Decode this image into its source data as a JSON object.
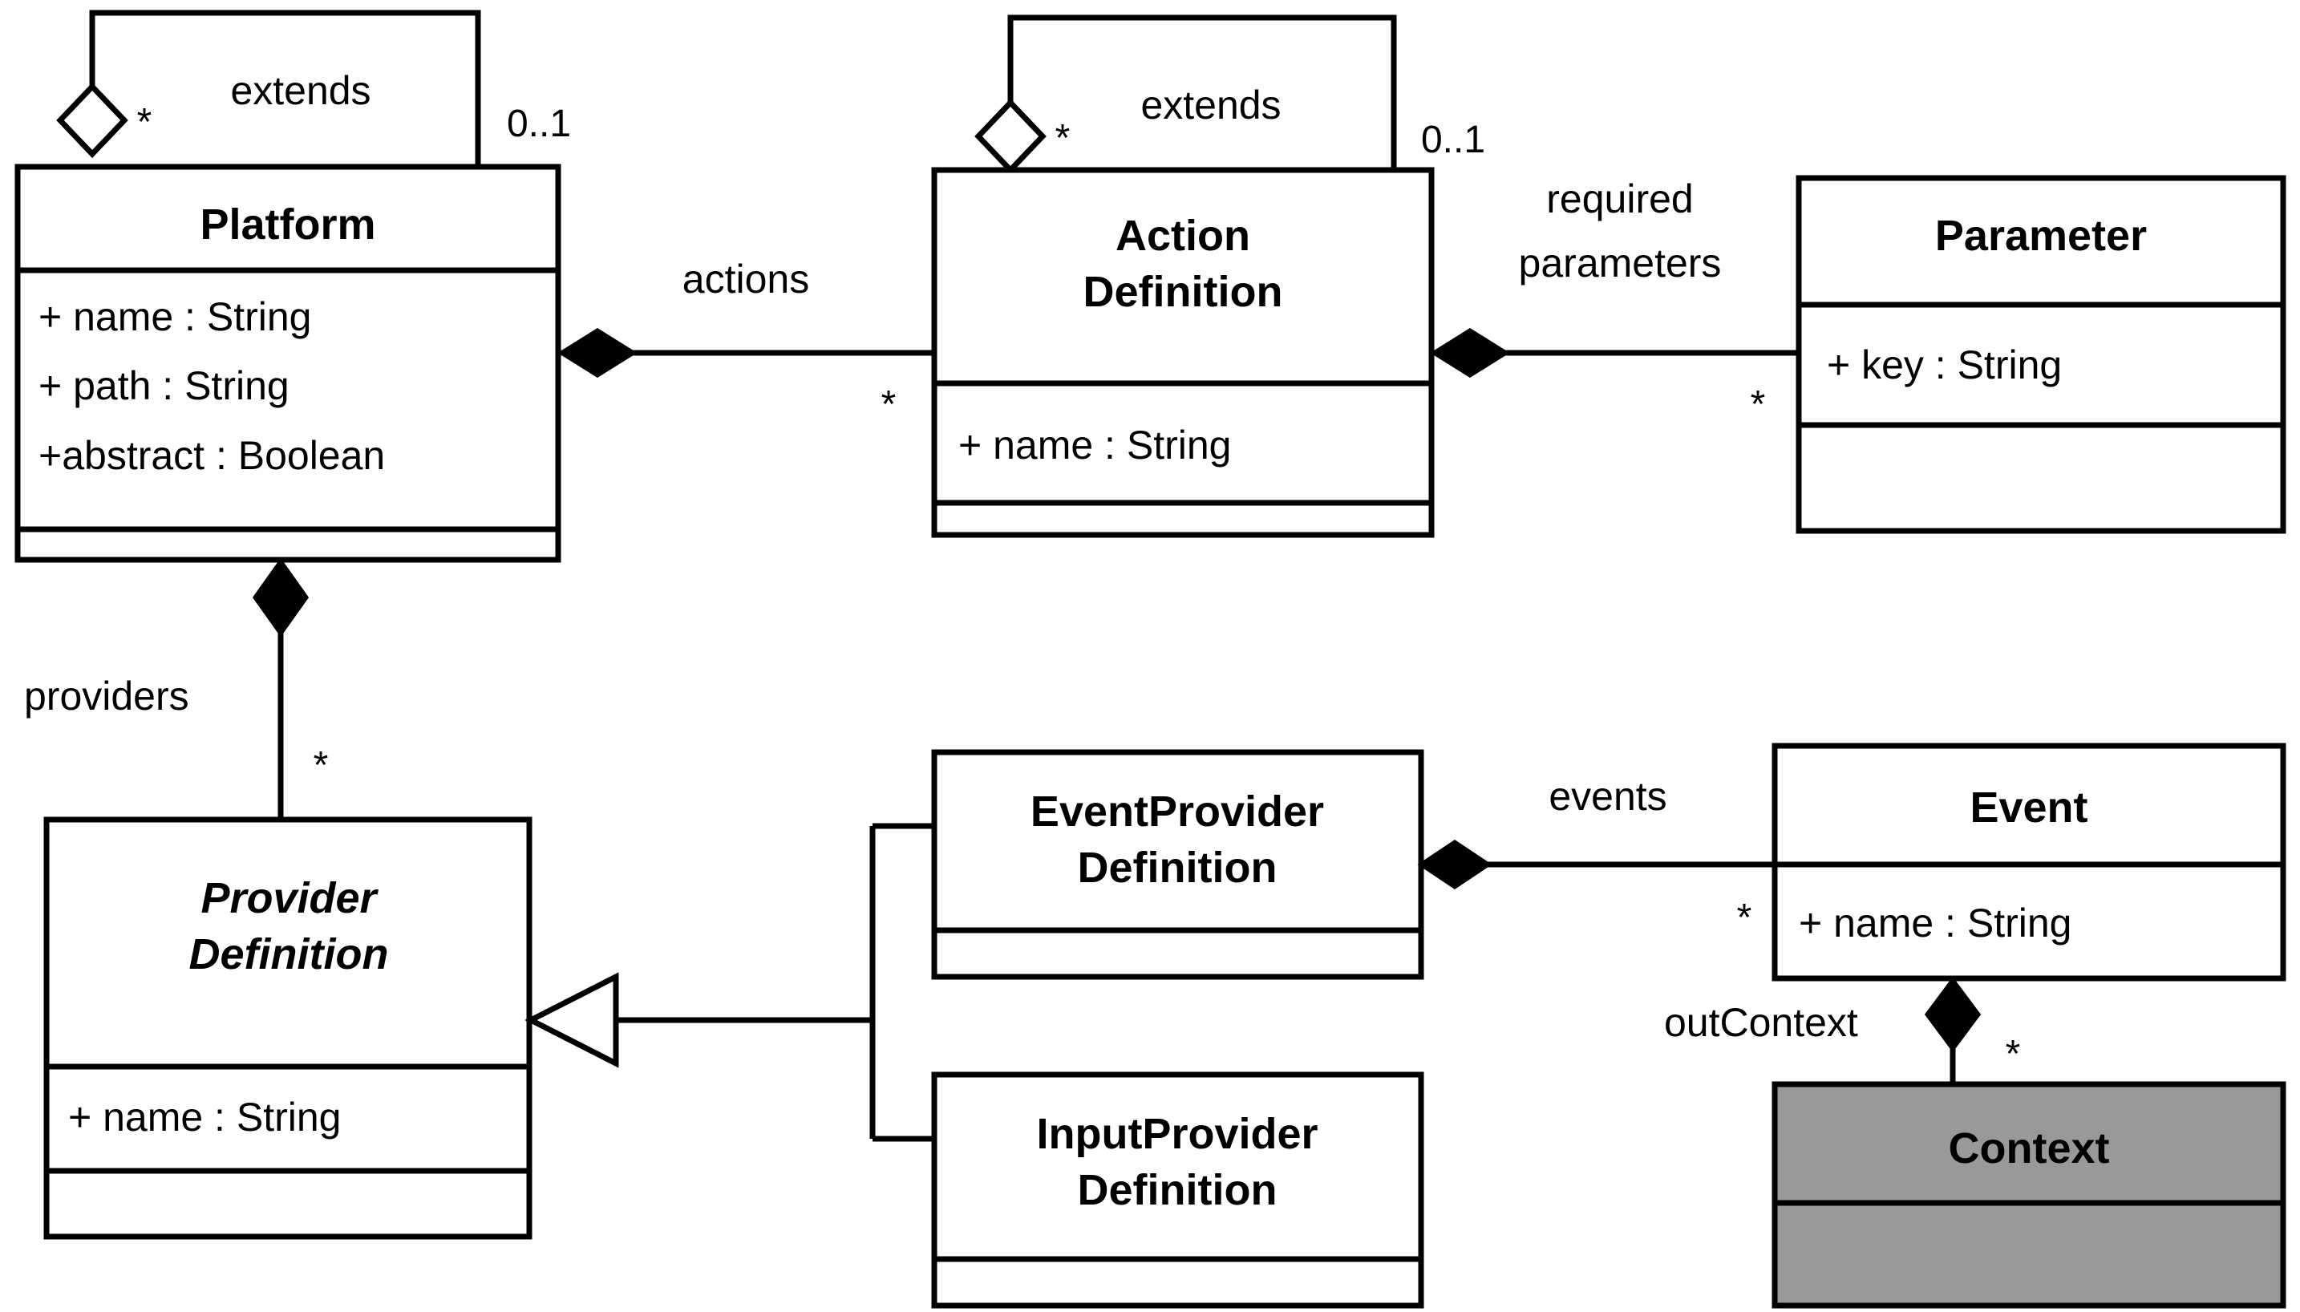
{
  "diagram": {
    "kind": "uml-class-diagram",
    "background": "#ffffff",
    "line_color": "#000000",
    "shaded_fill": "#999999"
  },
  "classes": {
    "platform": {
      "name": "Platform",
      "abstract": false,
      "attributes": [
        "+ name : String",
        "+ path : String",
        "+abstract : Boolean"
      ],
      "operations": []
    },
    "action_definition": {
      "name_line1": "Action",
      "name_line2": "Definition",
      "abstract": false,
      "attributes": [
        "+ name : String"
      ],
      "operations": []
    },
    "parameter": {
      "name": "Parameter",
      "abstract": false,
      "attributes": [
        "+ key : String"
      ],
      "operations": []
    },
    "provider_definition": {
      "name_line1": "Provider",
      "name_line2": "Definition",
      "abstract": true,
      "attributes": [
        "+ name : String"
      ],
      "operations": []
    },
    "event_provider_definition": {
      "name_line1": "EventProvider",
      "name_line2": "Definition",
      "abstract": false,
      "attributes": [],
      "operations": []
    },
    "input_provider_definition": {
      "name_line1": "InputProvider",
      "name_line2": "Definition",
      "abstract": false,
      "attributes": [],
      "operations": []
    },
    "event": {
      "name": "Event",
      "abstract": false,
      "attributes": [
        "+ name : String"
      ],
      "operations": []
    },
    "context": {
      "name": "Context",
      "abstract": false,
      "shaded": true,
      "attributes": [],
      "operations": []
    }
  },
  "relations": {
    "platform_extends": {
      "label": "extends",
      "source_multiplicity": "*",
      "target_multiplicity": "0..1",
      "kind": "aggregation"
    },
    "platform_actions": {
      "label": "actions",
      "target_multiplicity": "*",
      "kind": "composition"
    },
    "action_required_parameters": {
      "label_line1": "required",
      "label_line2": "parameters",
      "target_multiplicity": "*",
      "kind": "composition"
    },
    "action_extends": {
      "label": "extends",
      "source_multiplicity": "*",
      "target_multiplicity": "0..1",
      "kind": "aggregation"
    },
    "platform_providers": {
      "label": "providers",
      "target_multiplicity": "*",
      "kind": "composition"
    },
    "provider_generalization": {
      "kind": "generalization"
    },
    "eventprovider_events": {
      "label": "events",
      "target_multiplicity": "*",
      "kind": "composition"
    },
    "event_outcontext": {
      "label": "outContext",
      "target_multiplicity": "*",
      "kind": "composition"
    }
  }
}
